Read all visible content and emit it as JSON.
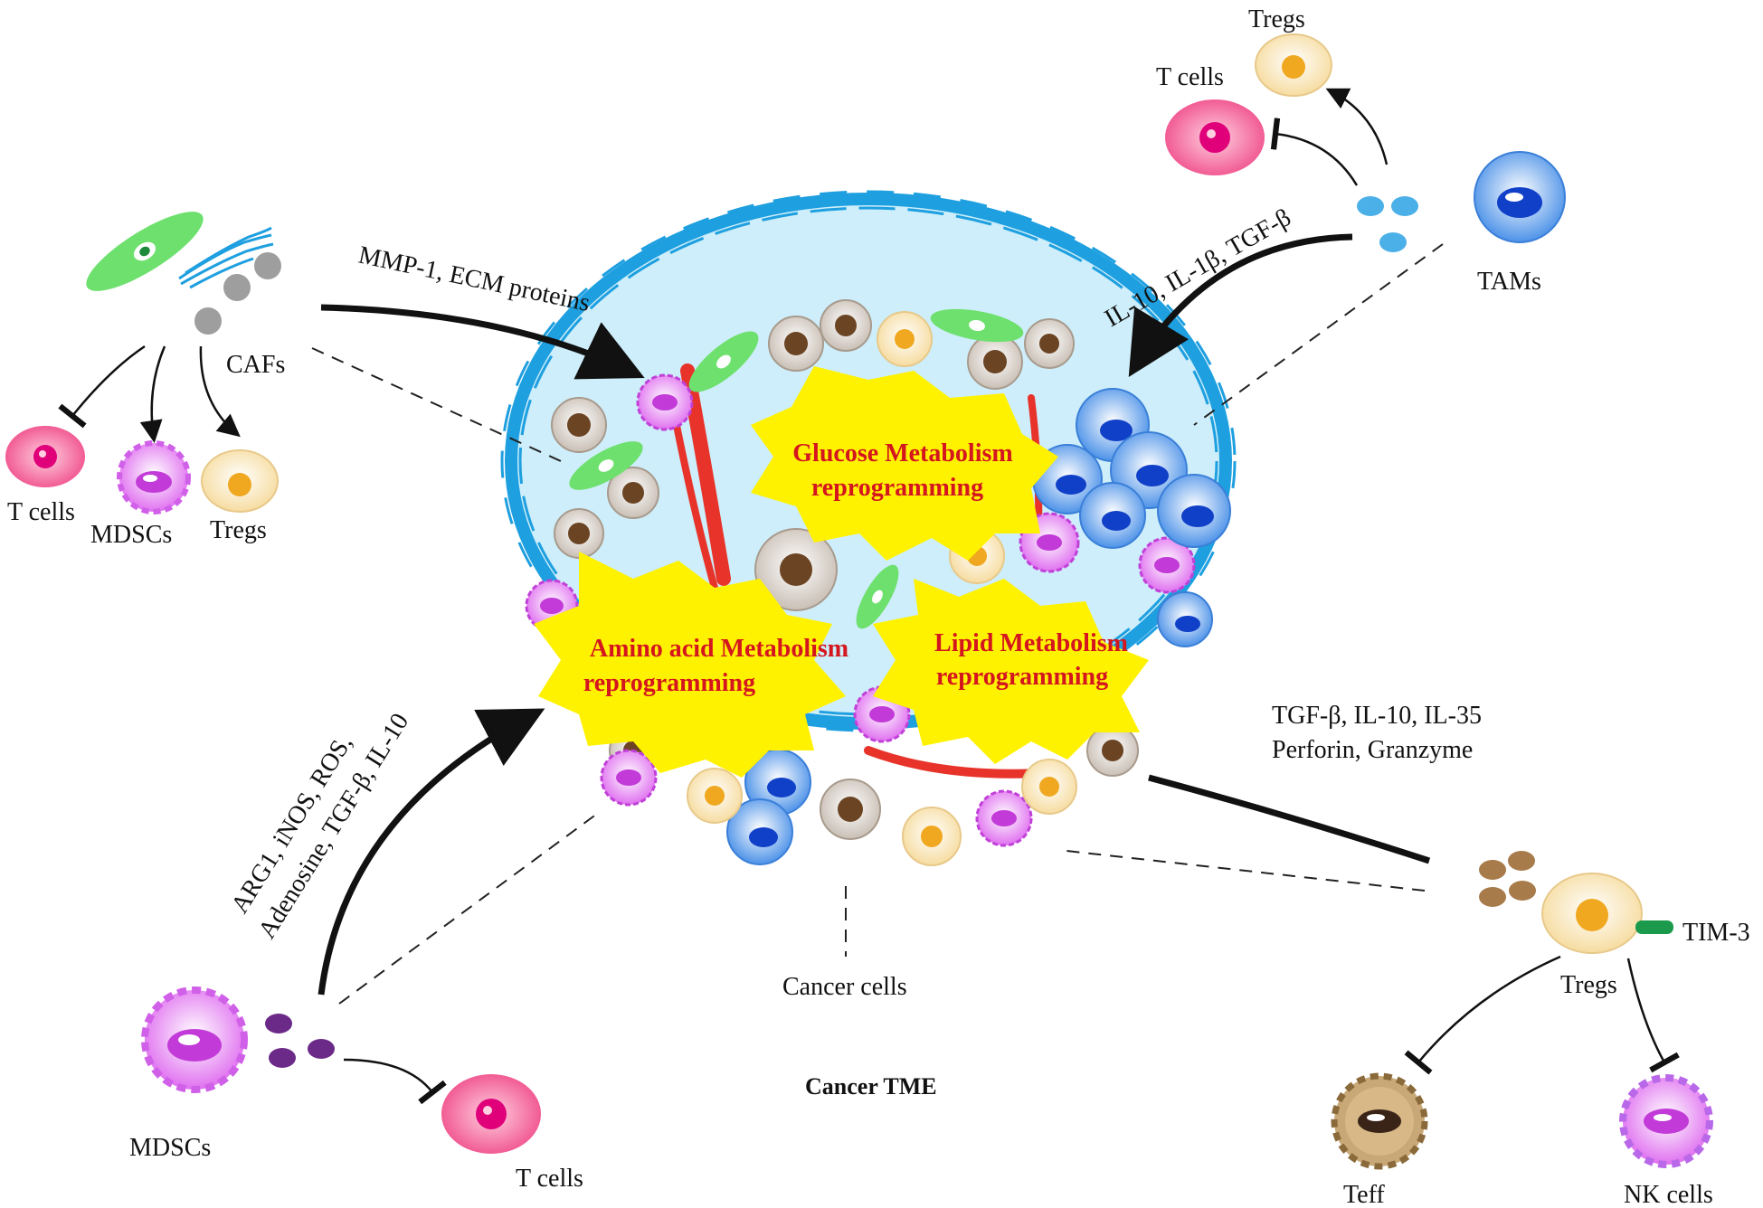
{
  "title": "Cancer TME",
  "center_label": "Cancer cells",
  "metabolism": {
    "glucose": [
      "Glucose Metabolism",
      "reprogramming"
    ],
    "amino": [
      "Amino acid Metabolism",
      "reprogramming"
    ],
    "lipid": [
      "Lipid Metabolism",
      "reprogramming"
    ]
  },
  "cafs": {
    "label": "CAFs",
    "factors": "MMP-1, ECM proteins",
    "targets": [
      "T cells",
      "MDSCs",
      "Tregs"
    ]
  },
  "tams": {
    "label": "TAMs",
    "factors": "IL-10, IL-1β, TGF-β",
    "targets": [
      "T cells",
      "Tregs"
    ]
  },
  "mdscs": {
    "label": "MDSCs",
    "factors_line1": "ARG1, iNOS, ROS,",
    "factors_line2": "Adenosine, TGF-β, IL-10",
    "target": "T cells"
  },
  "tregs": {
    "label": "Tregs",
    "factors_line1": "TGF-β, IL-10, IL-35",
    "factors_line2": "Perforin, Granzyme",
    "receptor": "TIM-3",
    "targets": [
      "Teff",
      "NK cells"
    ]
  },
  "colors": {
    "ecm_blue": "#1e9fe0",
    "tme_fill": "#cdeefa",
    "star_yellow": "#fff200",
    "red_text": "#d4161f",
    "t_cell": "#f2669c",
    "treg": "#fbe6b8",
    "mdsc": "#d84ae0",
    "tam": "#5fa8ee",
    "caf": "#6ee06e"
  }
}
